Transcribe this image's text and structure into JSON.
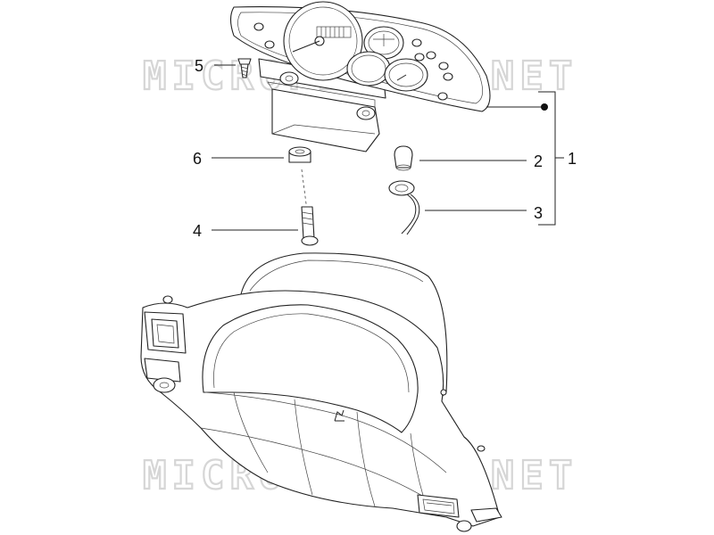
{
  "watermark": {
    "text": "MICROFICHES.NET",
    "color": "#d6d6d6"
  },
  "callouts": [
    {
      "id": "c1",
      "label": "1"
    },
    {
      "id": "c2",
      "label": "2"
    },
    {
      "id": "c3",
      "label": "3"
    },
    {
      "id": "c4",
      "label": "4"
    },
    {
      "id": "c5",
      "label": "5"
    },
    {
      "id": "c6",
      "label": "6"
    }
  ],
  "colors": {
    "line": "#222222",
    "background": "#ffffff"
  }
}
